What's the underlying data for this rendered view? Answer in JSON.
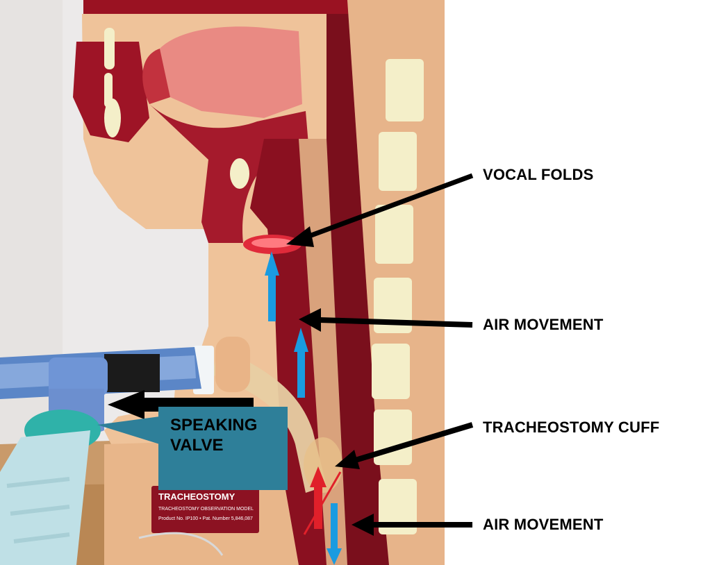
{
  "labels": {
    "vocal_folds": "VOCAL FOLDS",
    "air_movement_upper": "AIR MOVEMENT",
    "tracheostomy_cuff": "TRACHEOSTOMY CUFF",
    "air_movement_lower": "AIR MOVEMENT"
  },
  "speaking_valve": {
    "line1": "SPEAKING",
    "line2": "VALVE"
  },
  "model_plate": {
    "line1": "TRACHEOSTOMY",
    "line2": "TRACHEOSTOMY OBSERVATION MODEL",
    "line3": "Product No. IP100 • Pat. Number 5,846,087"
  },
  "colors": {
    "text": "#000000",
    "callout_box": "#2e7f99",
    "air_arrow_blue": "#1a9be0",
    "air_arrow_red": "#e0202a",
    "skin": "#f0c49a",
    "airway": "#8a1020",
    "bone": "#f4efc9"
  },
  "icons": [
    "pointer-arrow-icon",
    "airflow-up-arrow-icon",
    "airflow-down-arrow-icon",
    "blocked-airflow-arrow-icon"
  ]
}
